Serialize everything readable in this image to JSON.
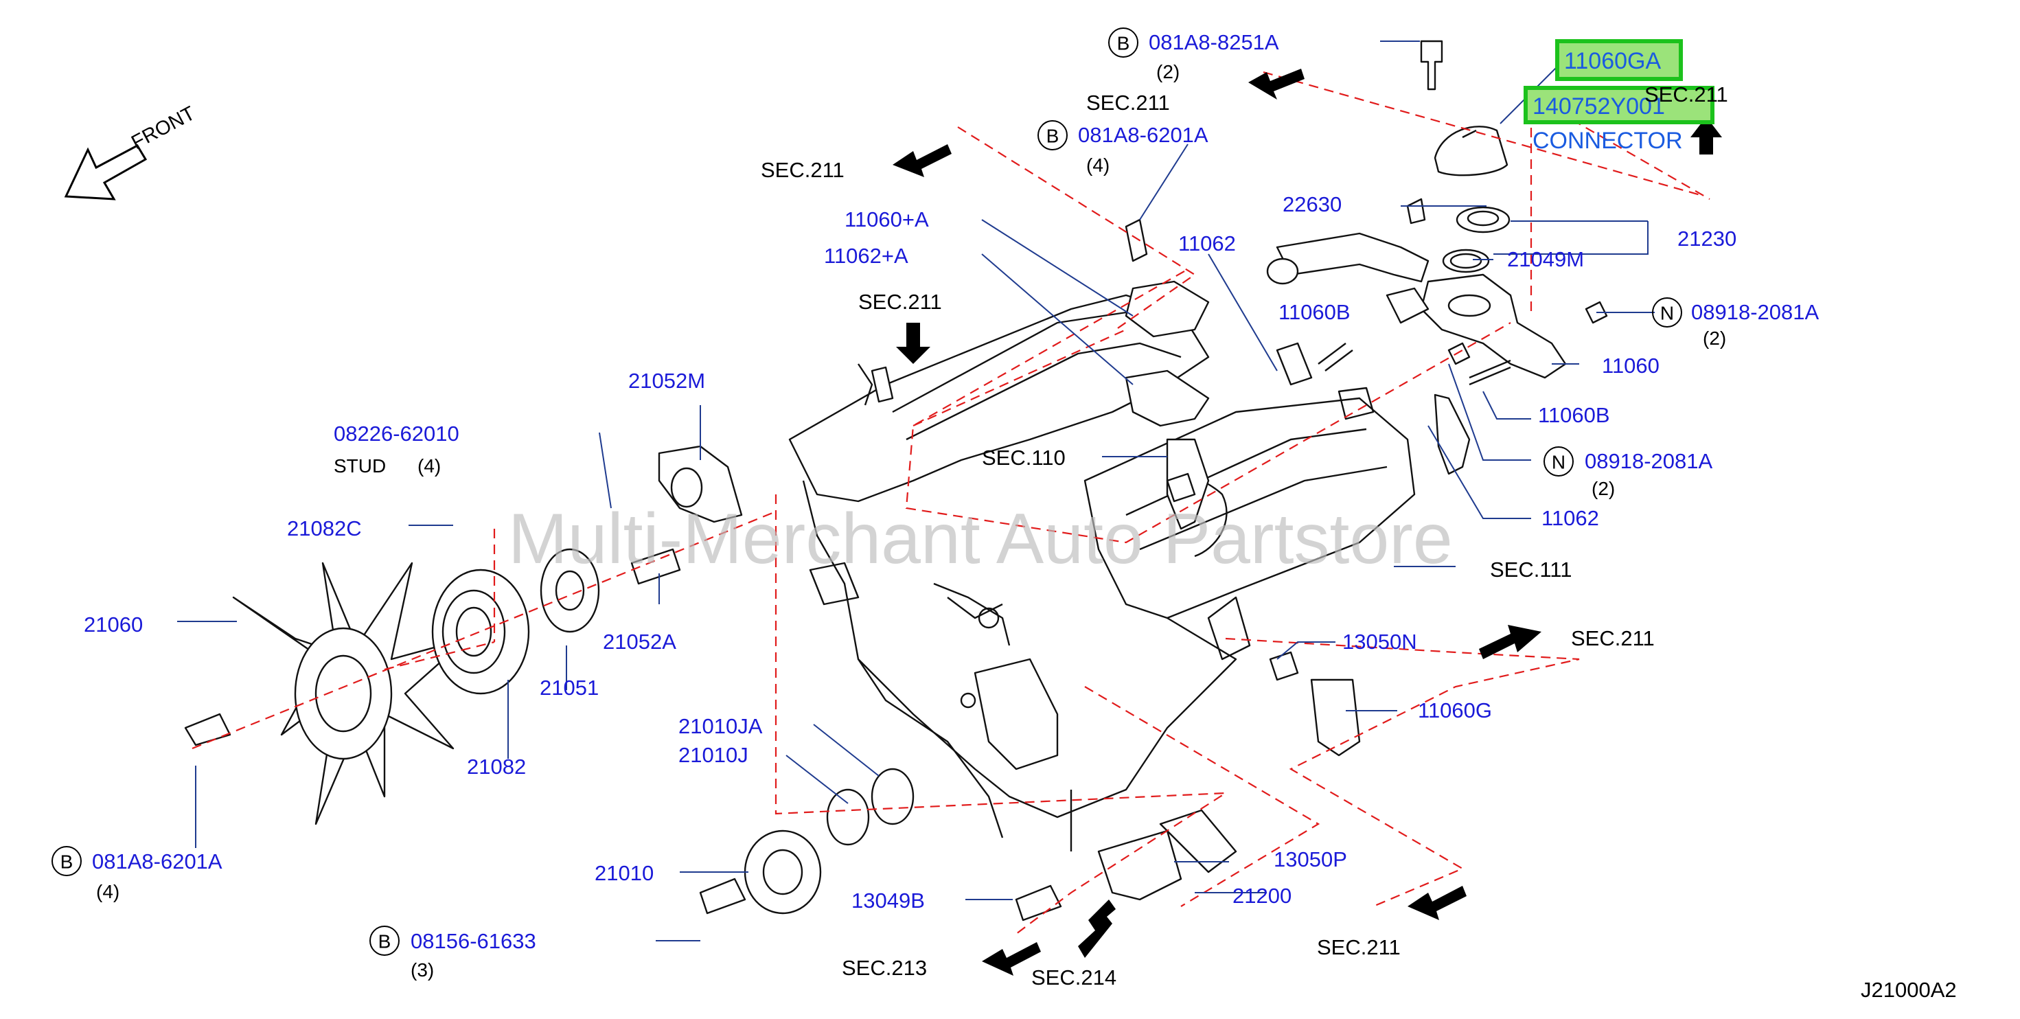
{
  "watermark": "Multi-Merchant Auto Partstore",
  "front_label": "FRONT",
  "diagram_code": "J21000A2",
  "highlighted": {
    "part1": "11060GA",
    "part2": "140752Y001",
    "part2_desc": "CONNECTOR"
  },
  "bolts": {
    "b1": {
      "letter": "B",
      "code": "081A8-8251A",
      "qty": "(2)"
    },
    "b2": {
      "letter": "B",
      "code": "081A8-6201A",
      "qty": "(4)"
    },
    "b3": {
      "letter": "B",
      "code": "081A8-6201A",
      "qty": "(4)"
    },
    "b4": {
      "letter": "B",
      "code": "08156-61633",
      "qty": "(3)"
    },
    "n1": {
      "letter": "N",
      "code": "08918-2081A",
      "qty": "(2)"
    },
    "n2": {
      "letter": "N",
      "code": "08918-2081A",
      "qty": "(2)"
    }
  },
  "stud": {
    "code": "08226-62010",
    "label": "STUD",
    "qty": "(4)"
  },
  "parts": {
    "p22630": "22630",
    "p21230": "21230",
    "p21049m": "21049M",
    "p11060a": "11060+A",
    "p11062a": "11062+A",
    "p11062_top": "11062",
    "p11060b_top": "11060B",
    "p11060": "11060",
    "p11060b_mid": "11060B",
    "p11062_mid": "11062",
    "p21052m": "21052M",
    "p21082c": "21082C",
    "p21060": "21060",
    "p21051": "21051",
    "p21052a": "21052A",
    "p21082": "21082",
    "p21010ja": "21010JA",
    "p21010j": "21010J",
    "p21010": "21010",
    "p13049b": "13049B",
    "p13050p": "13050P",
    "p21200": "21200",
    "p13050n": "13050N",
    "p11060g": "11060G"
  },
  "sections": {
    "s211_a": "SEC.211",
    "s211_b": "SEC.211",
    "s211_c": "SEC.211",
    "s211_d": "SEC.211",
    "s211_e": "SEC.211",
    "s211_f": "SEC.211",
    "s110": "SEC.110",
    "s111": "SEC.111",
    "s213": "SEC.213",
    "s214": "SEC.214"
  }
}
